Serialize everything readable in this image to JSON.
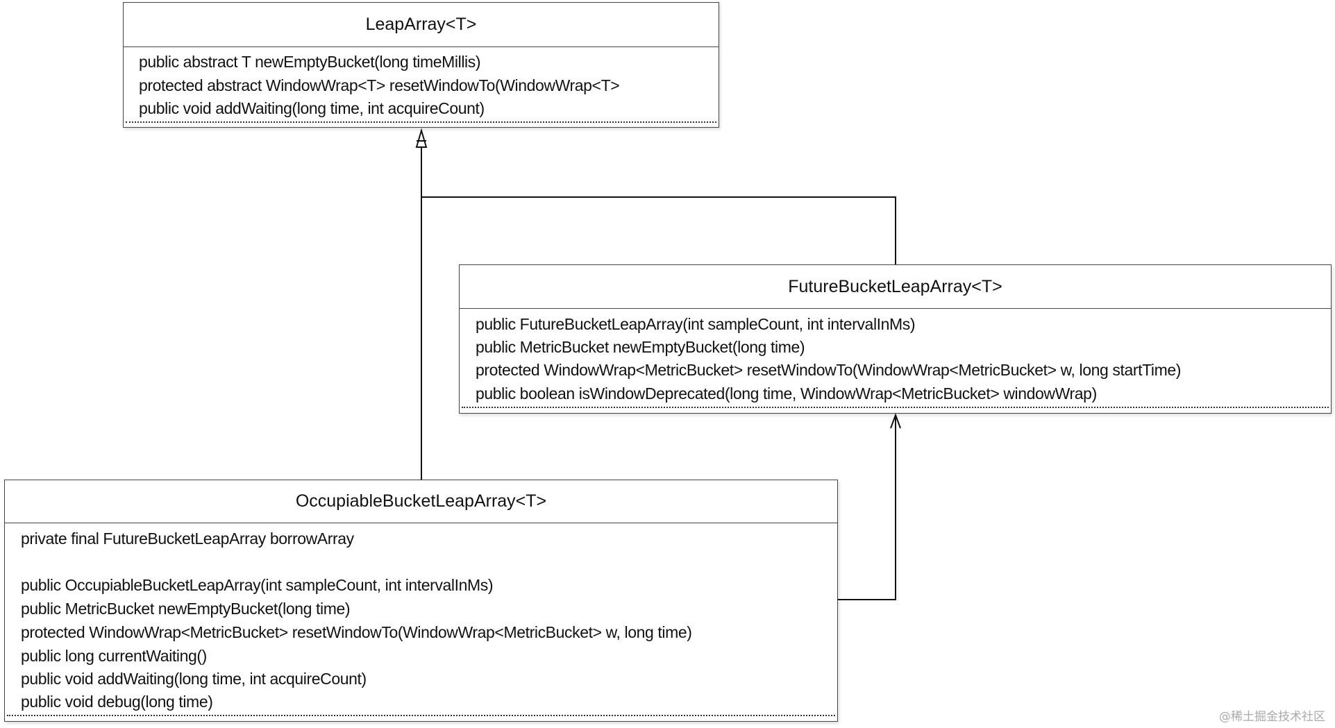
{
  "classes": {
    "leap_array": {
      "name": "LeapArray<T>",
      "members": [
        "public abstract T newEmptyBucket(long timeMillis)",
        "protected abstract WindowWrap<T> resetWindowTo(WindowWrap<T>",
        "public void addWaiting(long time, int acquireCount)"
      ]
    },
    "future_bucket_leap_array": {
      "name": "FutureBucketLeapArray<T>",
      "members": [
        "public FutureBucketLeapArray(int sampleCount, int intervalInMs)",
        "public MetricBucket newEmptyBucket(long time)",
        "protected WindowWrap<MetricBucket> resetWindowTo(WindowWrap<MetricBucket> w, long startTime)",
        "public boolean isWindowDeprecated(long time, WindowWrap<MetricBucket> windowWrap)"
      ]
    },
    "occupiable_bucket_leap_array": {
      "name": "OccupiableBucketLeapArray<T>",
      "members": [
        "private final FutureBucketLeapArray borrowArray",
        "",
        "public OccupiableBucketLeapArray(int sampleCount, int intervalInMs)",
        "public MetricBucket newEmptyBucket(long time)",
        "protected WindowWrap<MetricBucket> resetWindowTo(WindowWrap<MetricBucket> w, long time)",
        "public long currentWaiting()",
        "public void addWaiting(long time, int acquireCount)",
        "public void debug(long time)"
      ]
    }
  },
  "relations": [
    {
      "from": "FutureBucketLeapArray<T>",
      "to": "LeapArray<T>",
      "type": "generalization"
    },
    {
      "from": "OccupiableBucketLeapArray<T>",
      "to": "LeapArray<T>",
      "type": "generalization"
    },
    {
      "from": "OccupiableBucketLeapArray<T>",
      "to": "FutureBucketLeapArray<T>",
      "type": "association"
    }
  ],
  "watermark": "@稀土掘金技术社区"
}
